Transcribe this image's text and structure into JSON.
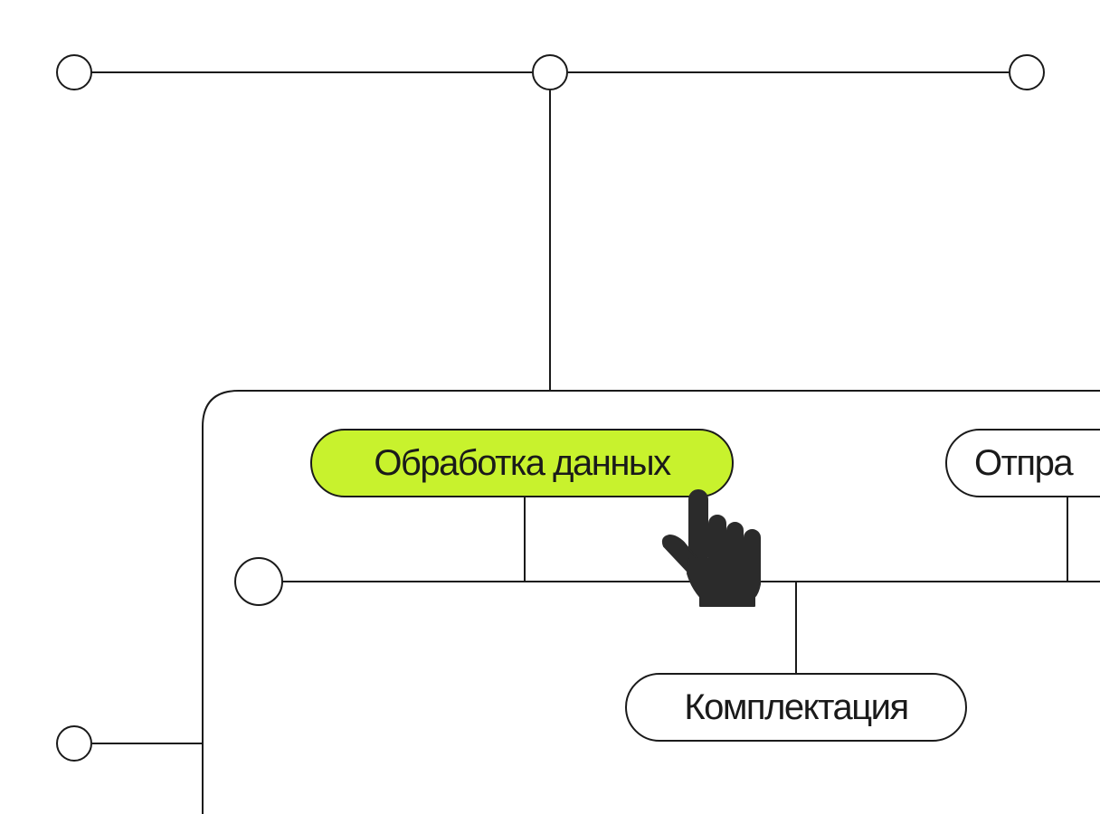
{
  "diagram": {
    "nodes": {
      "processing": {
        "label": "Обработка данных",
        "state": "active"
      },
      "shipping": {
        "label": "Отпра",
        "state": "default"
      },
      "packing": {
        "label": "Комплектация",
        "state": "default"
      }
    },
    "colors": {
      "stroke": "#1a1a1a",
      "highlight": "#c8f22d",
      "background": "#ffffff"
    },
    "cursor_icon": "hand-pointer-icon"
  }
}
